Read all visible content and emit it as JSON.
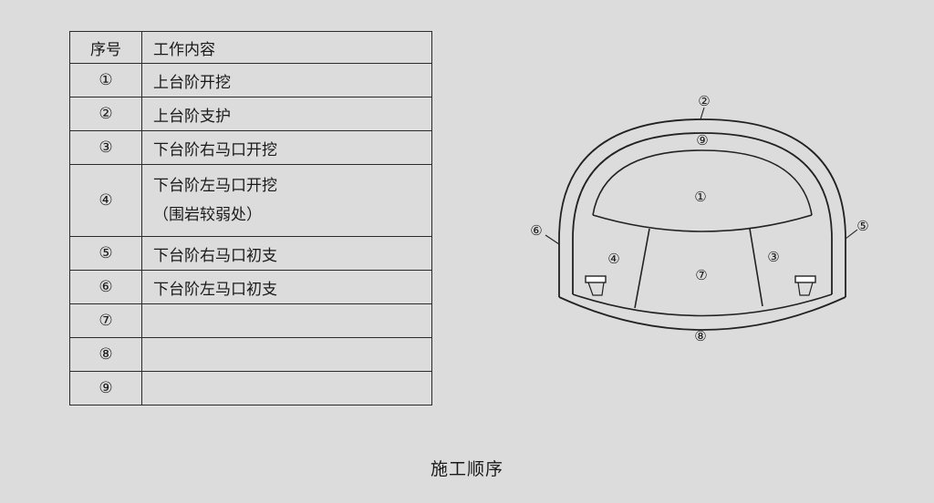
{
  "table": {
    "headers": [
      "序号",
      "工作内容"
    ],
    "rows": [
      {
        "no": "①",
        "content": [
          "上台阶开挖"
        ]
      },
      {
        "no": "②",
        "content": [
          "上台阶支护"
        ]
      },
      {
        "no": "③",
        "content": [
          "下台阶右马口开挖"
        ]
      },
      {
        "no": "④",
        "content": [
          "下台阶左马口开挖",
          "（围岩较弱处）"
        ]
      },
      {
        "no": "⑤",
        "content": [
          "下台阶右马口初支"
        ]
      },
      {
        "no": "⑥",
        "content": [
          "下台阶左马口初支"
        ]
      },
      {
        "no": "⑦",
        "content": [
          ""
        ]
      },
      {
        "no": "⑧",
        "content": [
          ""
        ]
      },
      {
        "no": "⑨",
        "content": [
          ""
        ]
      }
    ]
  },
  "diagram": {
    "labels": {
      "l1": "①",
      "l2": "②",
      "l3": "③",
      "l4": "④",
      "l5": "⑤",
      "l6": "⑥",
      "l7": "⑦",
      "l8": "⑧",
      "l9": "⑨"
    }
  },
  "caption": "施工顺序"
}
